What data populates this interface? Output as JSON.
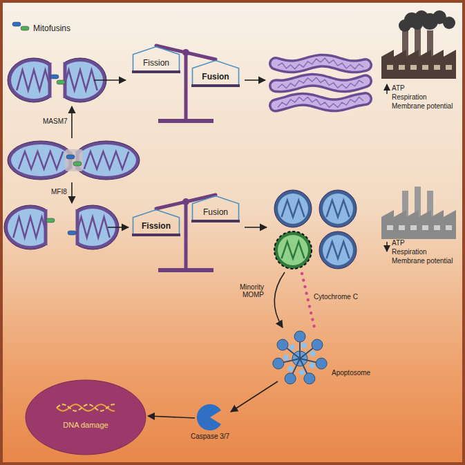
{
  "diagram": {
    "nodes": [
      {
        "text": [
          "Fission"
        ]
      },
      {
        "text": [
          "Fusion"
        ]
      },
      {
        "text": [
          "Fission"
        ]
      },
      {
        "text": [
          "Fusion"
        ]
      },
      {
        "text": [
          "DNA damage"
        ]
      }
    ],
    "labels": [
      "ATP",
      "Respiration",
      "Membrane potential",
      "MASM7",
      "MFI8",
      "Minority MOMP",
      "Cytochrome C",
      "Apoptosome",
      "Caspase 3/7",
      "ATP",
      "Respiration",
      "Membrane potential"
    ],
    "legend": [
      {
        "text": "Mitofusins"
      }
    ]
  }
}
